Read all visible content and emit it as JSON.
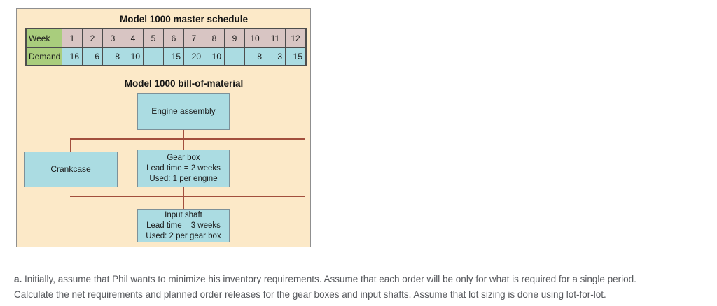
{
  "colors": {
    "panel_bg": "#fce9c8",
    "panel_border": "#8f8f8f",
    "header_green": "#a9cd7d",
    "week_cell_mauve": "#d8c5c3",
    "demand_cell_blue": "#abdce2",
    "table_border": "#4d4d4d",
    "bom_box_fill": "#abdce2",
    "bom_box_border": "#7d9199",
    "connector_red": "#a24f3d",
    "question_text": "#55575b"
  },
  "panel": {
    "master_schedule": {
      "title": "Model 1000 master schedule",
      "week_label": "Week",
      "demand_label": "Demand",
      "weeks": [
        "1",
        "2",
        "3",
        "4",
        "5",
        "6",
        "7",
        "8",
        "9",
        "10",
        "11",
        "12"
      ],
      "demand": [
        "16",
        "6",
        "8",
        "10",
        "",
        "15",
        "20",
        "10",
        "",
        "8",
        "3",
        "15"
      ]
    },
    "bom": {
      "title": "Model 1000 bill-of-material",
      "engine": {
        "name": "Engine assembly"
      },
      "crankcase": {
        "name": "Crankcase"
      },
      "gearbox": {
        "name": "Gear box",
        "lead_time": "Lead time = 2 weeks",
        "usage": "Used: 1 per engine"
      },
      "input_shaft": {
        "name": "Input shaft",
        "lead_time": "Lead time = 3 weeks",
        "usage": "Used: 2 per gear box"
      }
    }
  },
  "question": {
    "label": "a.",
    "line1": "Initially, assume that Phil wants to minimize his inventory requirements. Assume that each order will be only for what is required for a single period.",
    "line2": "Calculate the net requirements and planned order releases for the gear boxes and input shafts. Assume that lot sizing is done using lot-for-lot."
  }
}
